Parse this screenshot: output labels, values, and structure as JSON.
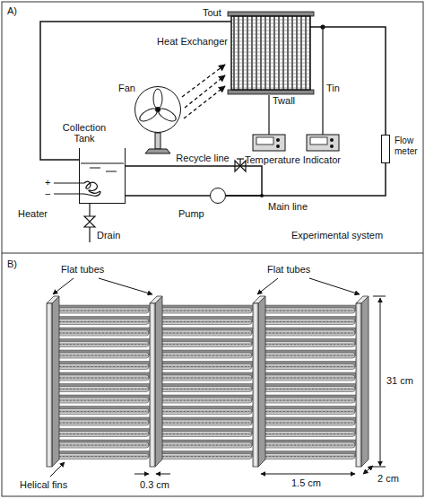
{
  "diagram": {
    "nodes": [
      {
        "text": [
          "Heat Exchanger"
        ]
      },
      {
        "text": [
          "Fan"
        ]
      },
      {
        "text": [
          "Collection Tank"
        ]
      },
      {
        "text": [
          "Pump"
        ]
      },
      {
        "text": [
          "Flow meter"
        ]
      }
    ],
    "edges": [
      {
        "from": 2,
        "to": 3,
        "arrow": "none"
      },
      {
        "from": 3,
        "to": 4,
        "label": "Main line",
        "arrow": "none"
      },
      {
        "from": 3,
        "to": 2,
        "label": "Recycle line",
        "arrow": "none"
      },
      {
        "from": 4,
        "to": 0,
        "arrow": "none"
      },
      {
        "from": 0,
        "to": 2,
        "arrow": "none"
      }
    ],
    "labels": [
      "A)",
      "Tout",
      "Twall",
      "Tin",
      "Temperature Indicator",
      "+",
      "−",
      "Heater",
      "Drain",
      "Experimental system",
      "B)",
      "Flat tubes",
      "Flat tubes",
      "31 cm",
      "2 cm",
      "0.3 cm",
      "1.5 cm",
      "Helical fins"
    ]
  }
}
